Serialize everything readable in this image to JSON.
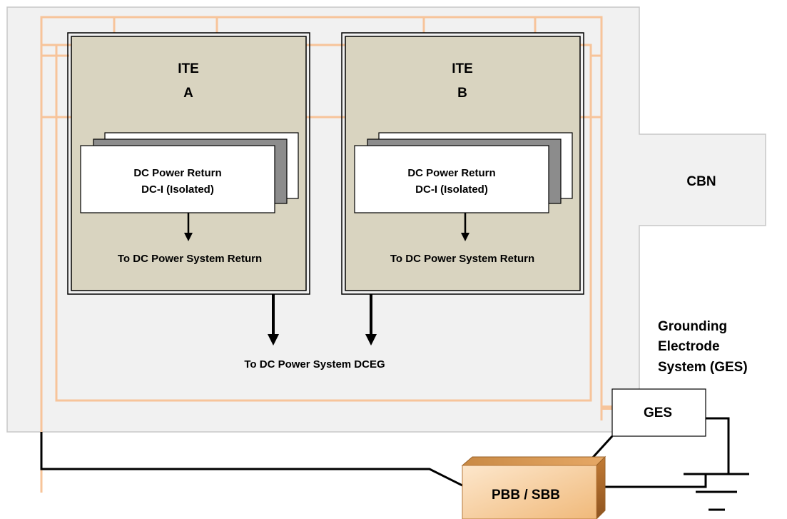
{
  "ite_a": {
    "title_line1": "ITE",
    "title_line2": "A",
    "module_line1": "DC Power Return",
    "module_line2": "DC-I (Isolated)",
    "return_label": "To DC Power System Return"
  },
  "ite_b": {
    "title_line1": "ITE",
    "title_line2": "B",
    "module_line1": "DC Power Return",
    "module_line2": "DC-I (Isolated)",
    "return_label": "To DC Power System Return"
  },
  "cbn_label": "CBN",
  "dceg_label": "To DC Power System DCEG",
  "grounding_label_line1": "Grounding",
  "grounding_label_line2": "Electrode",
  "grounding_label_line3": "System (GES)",
  "ges_box_label": "GES",
  "pbb_label": "PBB / SBB",
  "colors": {
    "cbn_region": "#f1f1f1",
    "cbn_border": "#c8c8c8",
    "bonding": "#f7c49a",
    "ite_fill": "#d9d4c0",
    "bar_light": "#fbe0bf",
    "bar_dark": "#e4a05a"
  }
}
